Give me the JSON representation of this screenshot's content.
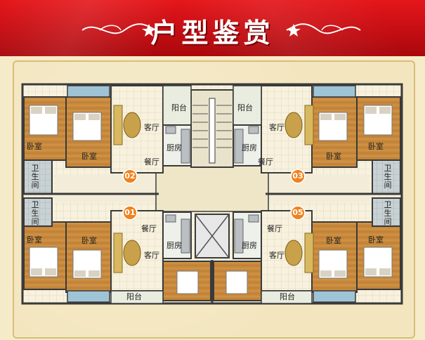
{
  "banner": {
    "title": "户型鉴赏"
  },
  "units": [
    "02",
    "03",
    "01",
    "05"
  ],
  "rooms": {
    "bedroom": "卧室",
    "living": "客厅",
    "dining": "餐厅",
    "kitchen": "厨房",
    "balcony": "阳台",
    "bathroom": "卫生间"
  },
  "colors": {
    "banner_red": "#d41419",
    "unit_badge": "#f0821e",
    "background": "#f6ebc8",
    "wall": "#3a3a3a"
  }
}
